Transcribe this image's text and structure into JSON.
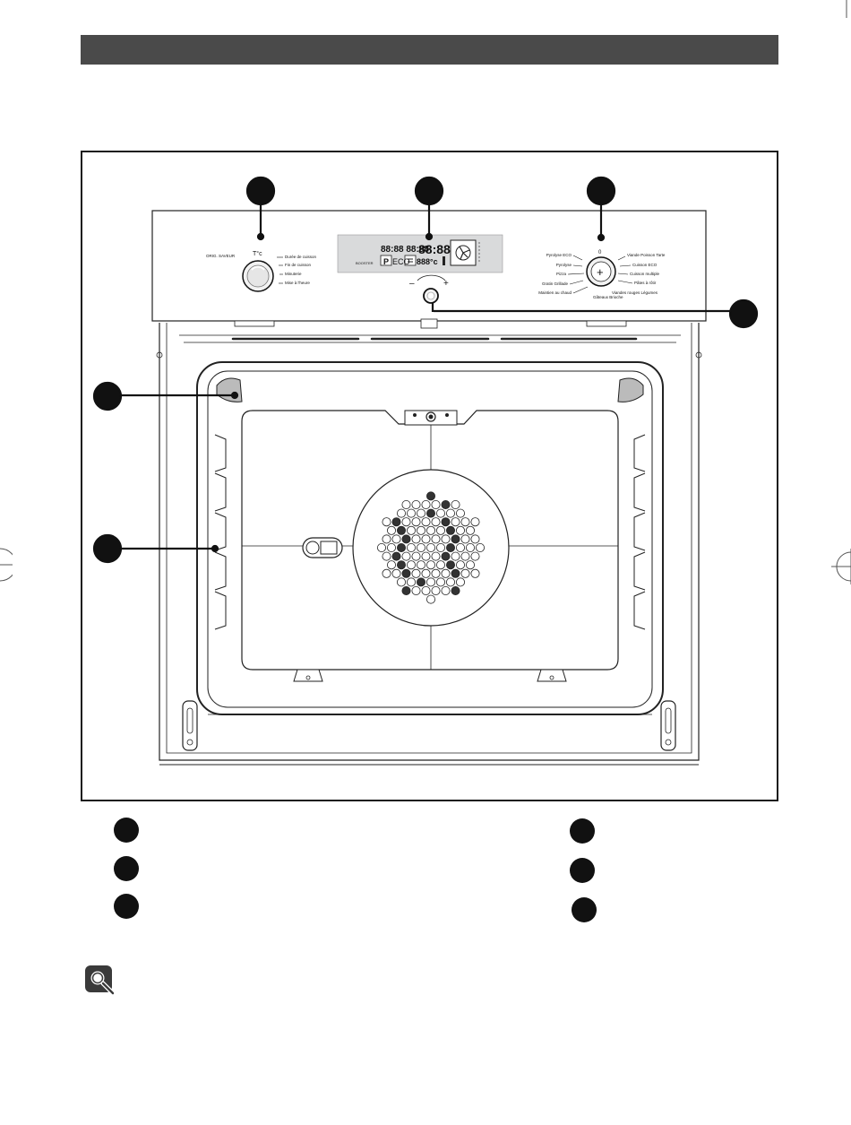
{
  "knob_left": {
    "top_label": "T°c",
    "left_label": "ORIG. SAVEUR",
    "right_labels": [
      "Durée de cuisson",
      "Fin de cuisson",
      "Minuterie",
      "Mise à l'heure"
    ]
  },
  "display": {
    "digits_small": "88:88 88:88",
    "digits_large": "88:88",
    "booster": "BOOSTER",
    "p_symbol": "P",
    "eco": "ECO",
    "temp_digits": "888°c"
  },
  "encoder": {
    "minus": "–",
    "plus": "+"
  },
  "knob_right": {
    "top_label": "0",
    "plus": "+",
    "left_labels": [
      "Pyrolyse ECO",
      "Pyrolyse",
      "Pizza",
      "Gratin Grillade",
      "Maintien au chaud"
    ],
    "right_labels": [
      "Viande Poisson Tarte",
      "Cuisson ECO",
      "Cuisson multiple",
      "Pâtes à rôtir",
      "Viandes rouges Légumes"
    ],
    "bottom_label": "Gâteaux Brioche"
  },
  "colors": {
    "header_bar": "#4a4a4a",
    "ink": "#111111"
  }
}
